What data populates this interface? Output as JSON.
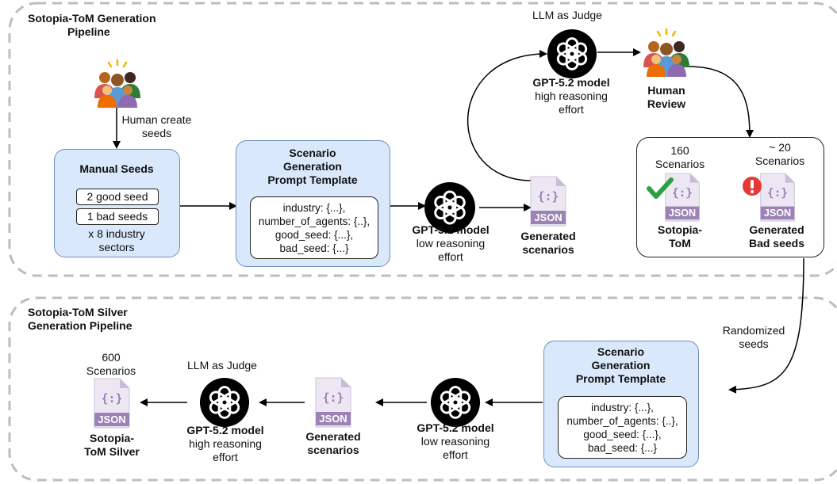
{
  "top_pipeline": {
    "title_line1": "Sotopia-ToM Generation",
    "title_line2": "Pipeline",
    "human_create_line1": "Human create",
    "human_create_line2": "seeds",
    "manual_seeds": {
      "title": "Manual Seeds",
      "good": "2 good seed",
      "bad": "1 bad seeds",
      "sectors_line1": "x 8 industry",
      "sectors_line2": "sectors"
    },
    "template": {
      "title_line1": "Scenario",
      "title_line2": "Generation",
      "title_line3": "Prompt Template",
      "fields": [
        "industry: {...},",
        "number_of_agents: {..},",
        "good_seed: {...},",
        "bad_seed: {...}"
      ]
    },
    "gen_model": {
      "name": "GPT-5.2 model",
      "line2": "low reasoning",
      "line3": "effort"
    },
    "generated": {
      "line1": "Generated",
      "line2": "scenarios"
    },
    "judge": {
      "caption": "LLM as Judge",
      "name": "GPT-5.2 model",
      "line2": "high reasoning",
      "line3": "effort"
    },
    "human_review": {
      "line1": "Human",
      "line2": "Review"
    },
    "results": {
      "good_count": "160",
      "good_unit": "Scenarios",
      "good_label_line1": "Sotopia-",
      "good_label_line2": "ToM",
      "bad_count": "~ 20",
      "bad_unit": "Scenarios",
      "bad_label_line1": "Generated",
      "bad_label_line2": "Bad seeds"
    }
  },
  "bottom_pipeline": {
    "title_line1": "Sotopia-ToM Silver",
    "title_line2": "Generation Pipeline",
    "randomized_line1": "Randomized",
    "randomized_line2": "seeds",
    "template": {
      "title_line1": "Scenario",
      "title_line2": "Generation",
      "title_line3": "Prompt Template",
      "fields": [
        "industry: {...},",
        "number_of_agents: {..},",
        "good_seed: {...},",
        "bad_seed: {...}"
      ]
    },
    "gen_model": {
      "name": "GPT-5.2 model",
      "line2": "low reasoning",
      "line3": "effort"
    },
    "generated": {
      "line1": "Generated",
      "line2": "scenarios"
    },
    "judge": {
      "caption": "LLM as Judge",
      "name": "GPT-5.2 model",
      "line2": "high reasoning",
      "line3": "effort"
    },
    "output": {
      "count": "600",
      "unit": "Scenarios",
      "label_line1": "Sotopia-",
      "label_line2": "ToM Silver"
    }
  },
  "json_icon_text": "JSON",
  "json_icon_glyph": "{:}",
  "colors": {
    "blue_fill": "#dae8fc",
    "blue_border": "#6c8ebf",
    "json_purple": "#9b83b5",
    "check_green": "#2ea043",
    "alert_red": "#e53935"
  }
}
